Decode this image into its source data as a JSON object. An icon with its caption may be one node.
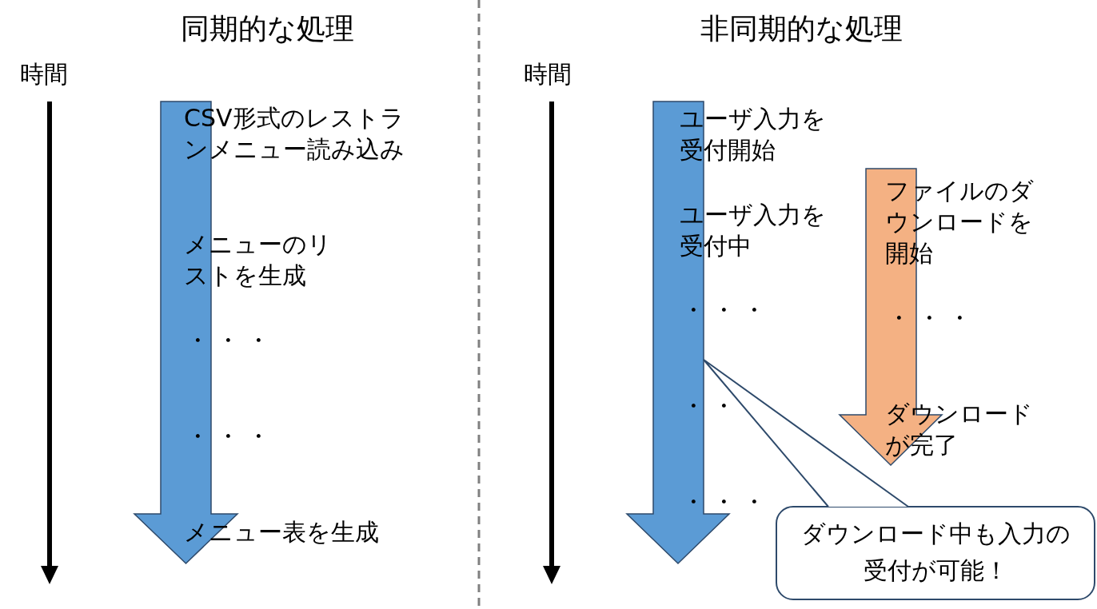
{
  "diagram": {
    "nodes": [
      {
        "text": [
          "CSV形式のレストランメニュー読み込み",
          "メニューのリストを生成",
          "・・・",
          "・・・",
          "メニュー表を生成"
        ]
      },
      {
        "text": [
          "ユーザ入力を受付開始",
          "ユーザ入力を受付中",
          "・・・",
          "・・",
          "・・・"
        ]
      },
      {
        "text": [
          "ファイルのダウンロードを開始",
          "・・・",
          "ダウンロードが完了"
        ]
      },
      {
        "text": [
          "ダウンロード中も入力の受付が可能！"
        ]
      }
    ],
    "edges": [
      {
        "from": 3,
        "to": 1,
        "arrow": "none"
      }
    ],
    "labels": [
      "同期的な処理",
      "非同期的な処理",
      "時間",
      "時間"
    ]
  }
}
